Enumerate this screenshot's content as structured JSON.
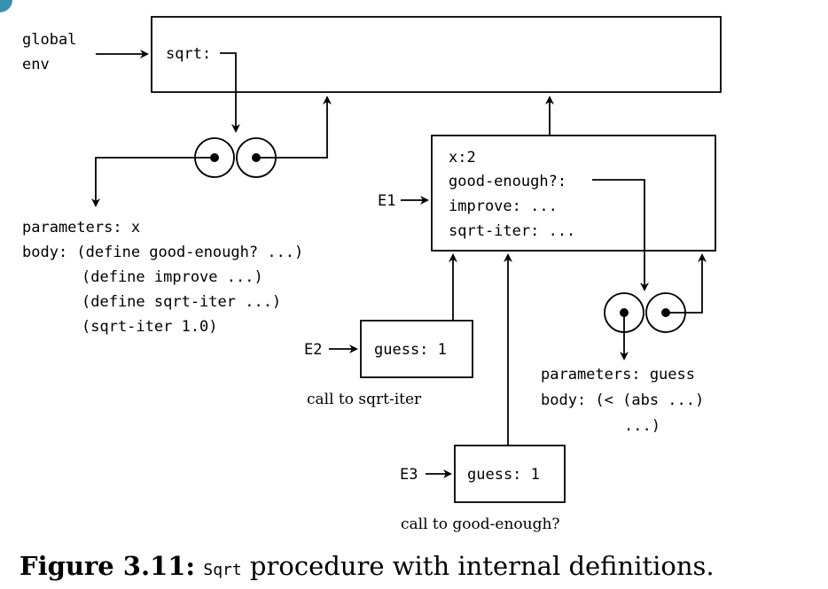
{
  "diagram": {
    "global_env_line1": "global",
    "global_env_line2": "env",
    "global_frame": {
      "binding": "sqrt:"
    },
    "sqrt_procedure": {
      "parameters": "parameters: x",
      "body_line1": "body: (define good-enough? ...)",
      "body_line2": "(define improve ...)",
      "body_line3": "(define sqrt-iter ...)",
      "body_line4": "(sqrt-iter 1.0)"
    },
    "E1": {
      "label": "E1",
      "bindings": [
        "x:2",
        "good-enough?:",
        "improve: ...",
        "sqrt-iter: ..."
      ]
    },
    "E2": {
      "label": "E2",
      "binding": "guess: 1",
      "caption": "call to sqrt-iter"
    },
    "E3": {
      "label": "E3",
      "binding": "guess: 1",
      "caption": "call to good-enough?"
    },
    "good_enough_procedure": {
      "parameters": "parameters: guess",
      "body_line1": "body: (< (abs ...)",
      "body_line2": "...)"
    }
  },
  "caption": {
    "figure_label": "Figure 3.11:",
    "code_word": "Sqrt",
    "text": " procedure with internal definitions."
  }
}
